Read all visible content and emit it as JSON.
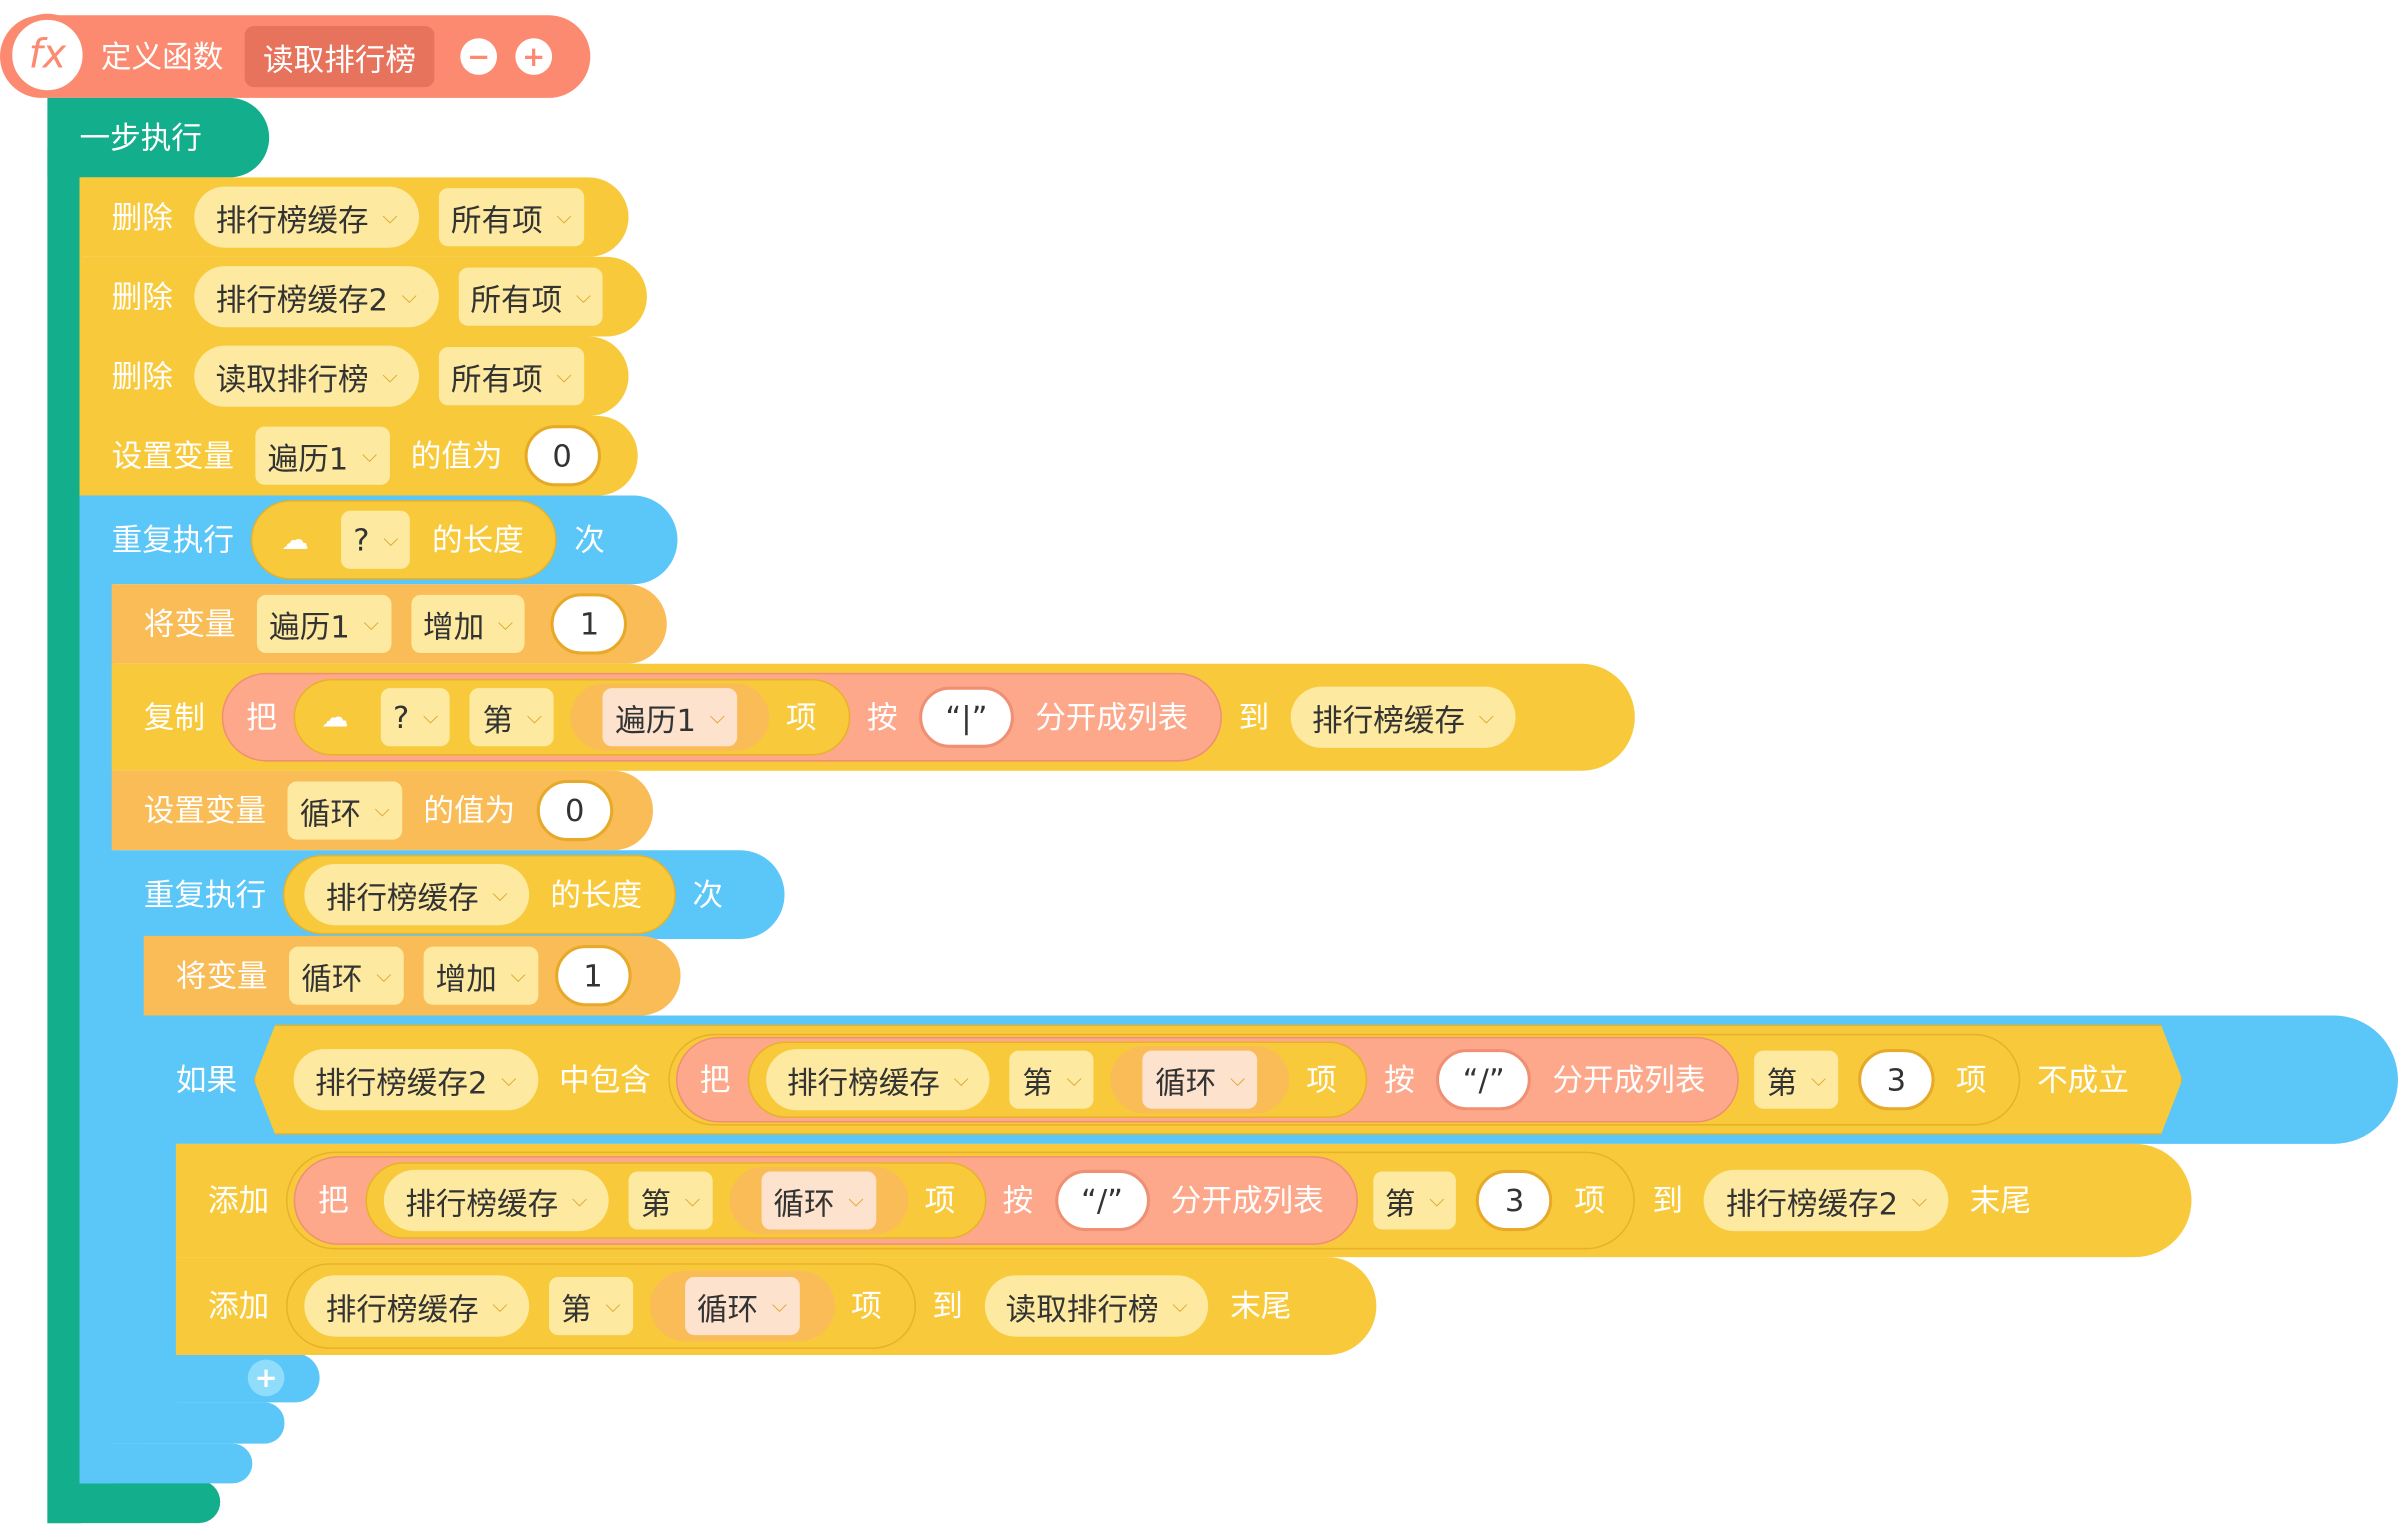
{
  "header": {
    "fx_icon": "fx",
    "define_label": "定义函数",
    "func_name": "读取排行榜",
    "minus": "−",
    "plus": "+"
  },
  "step_label": "一步执行",
  "blocks": {
    "del1": {
      "label": "删除",
      "list": "排行榜缓存",
      "which": "所有项"
    },
    "del2": {
      "label": "删除",
      "list": "排行榜缓存2",
      "which": "所有项"
    },
    "del3": {
      "label": "删除",
      "list": "读取排行榜",
      "which": "所有项"
    },
    "set1": {
      "label": "设置变量",
      "var": "遍历1",
      "mid": "的值为",
      "value": "0"
    },
    "rep1": {
      "label": "重复执行",
      "var": "?",
      "len": "的长度",
      "times": "次"
    },
    "inc1": {
      "label": "将变量",
      "var": "遍历1",
      "op": "增加",
      "value": "1"
    },
    "copy": {
      "label": "复制",
      "ba": "把",
      "var": "?",
      "di": "第",
      "idx": "遍历1",
      "xiang": "项",
      "an": "按",
      "sep": "“|”",
      "split": "分开成列表",
      "dao": "到",
      "target": "排行榜缓存"
    },
    "set2": {
      "label": "设置变量",
      "var": "循环",
      "mid": "的值为",
      "value": "0"
    },
    "rep2": {
      "label": "重复执行",
      "list": "排行榜缓存",
      "len": "的长度",
      "times": "次"
    },
    "inc2": {
      "label": "将变量",
      "var": "循环",
      "op": "增加",
      "value": "1"
    },
    "if": {
      "label": "如果",
      "list": "排行榜缓存2",
      "contains": "中包含",
      "ba": "把",
      "list2": "排行榜缓存",
      "di": "第",
      "idx": "循环",
      "xiang": "项",
      "an": "按",
      "sep": "“/”",
      "split": "分开成列表",
      "di2": "第",
      "n": "3",
      "xiang2": "项",
      "not": "不成立"
    },
    "add1": {
      "label": "添加",
      "ba": "把",
      "list": "排行榜缓存",
      "di": "第",
      "idx": "循环",
      "xiang": "项",
      "an": "按",
      "sep": "“/”",
      "split": "分开成列表",
      "di2": "第",
      "n": "3",
      "xiang2": "项",
      "dao": "到",
      "target": "排行榜缓存2",
      "end": "末尾"
    },
    "add2": {
      "label": "添加",
      "list": "排行榜缓存",
      "di": "第",
      "idx": "循环",
      "xiang": "项",
      "dao": "到",
      "target": "读取排行榜",
      "end": "末尾"
    }
  },
  "colors": {
    "function": "#fb8a70",
    "control": "#13ae8c",
    "list": "#f8ca3b",
    "loop": "#5bc6f8",
    "string": "#fda88b"
  }
}
